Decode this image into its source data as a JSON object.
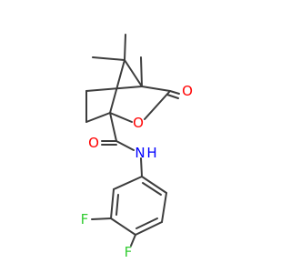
{
  "colors": {
    "bond": "#3c3c3c",
    "oxygen": "#ff0000",
    "nitrogen": "#0000ff",
    "fluorine": "#33cc33",
    "hydrogen": "#0000ff"
  },
  "atoms": {
    "carbonyl_o_ring": "O",
    "ring_o": "O",
    "amide_o": "O",
    "amide_n": "N",
    "amide_h": "H",
    "fluorine_3": "F",
    "fluorine_4": "F"
  }
}
